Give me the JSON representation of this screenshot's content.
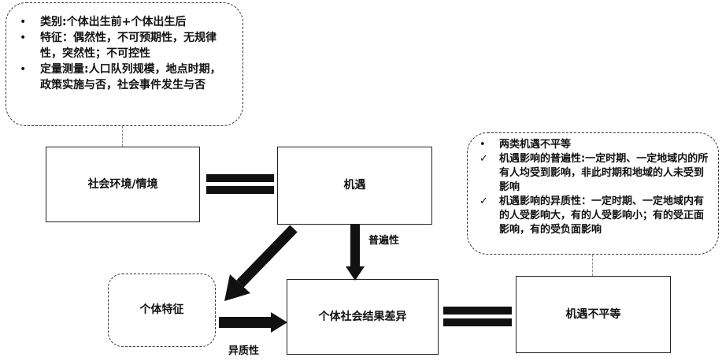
{
  "callouts": {
    "left": {
      "items": [
        {
          "marker": "•",
          "text": "类别:个体出生前+个体出生后"
        },
        {
          "marker": "•",
          "text": "特征：偶然性，不可预期性，无规律性，突然性；不可控性"
        },
        {
          "marker": "•",
          "text": "定量测量:人口队列规模，地点时期，政策实施与否，社会事件发生与否"
        }
      ]
    },
    "right": {
      "items": [
        {
          "marker": "•",
          "text": "两类机遇不平等"
        },
        {
          "marker": "✓",
          "text": "机遇影响的普遍性:一定时期、一定地域内的所有人均受到影响，非此时期和地域的人未受到影响"
        },
        {
          "marker": "✓",
          "text": "机遇影响的异质性：一定时期、一定地域内有的人受影响大，有的人受影响小；有的受正面影响，有的受负面影响"
        }
      ]
    }
  },
  "nodes": {
    "social_environment": "社会环境/情境",
    "opportunity": "机遇",
    "individual_traits": "个体特征",
    "outcome_difference": "个体社会结果差异",
    "opportunity_inequality": "机遇不平等"
  },
  "edge_labels": {
    "universality": "普遍性",
    "heterogeneity": "异质性"
  }
}
